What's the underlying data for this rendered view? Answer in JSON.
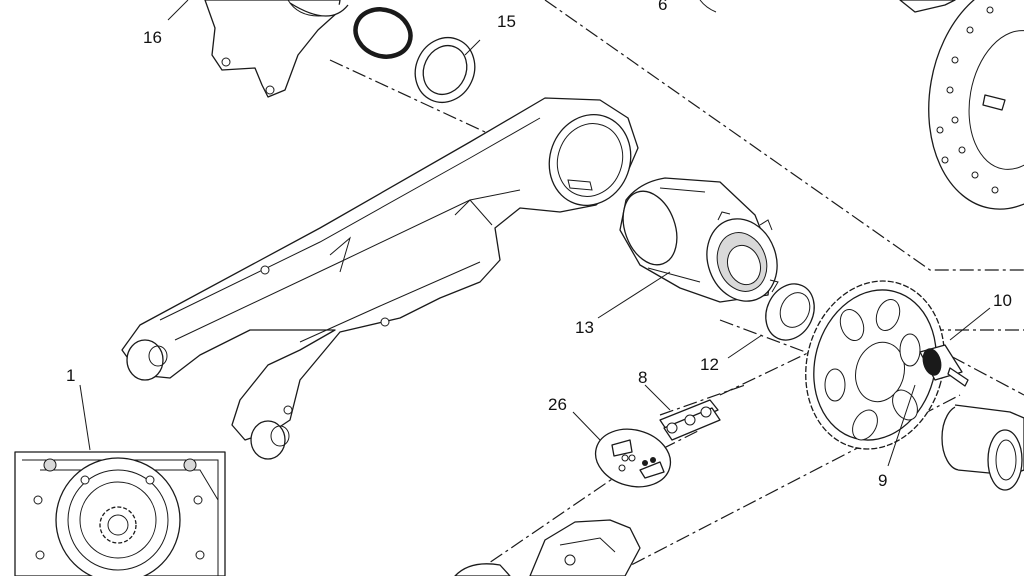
{
  "diagram": {
    "callouts": {
      "c1": "1",
      "c6": "6",
      "c8": "8",
      "c9": "9",
      "c10": "10",
      "c12": "12",
      "c13": "13",
      "c15": "15",
      "c16": "16",
      "c26": "26"
    },
    "line_color": "#1a1a1a",
    "background": "#ffffff"
  }
}
